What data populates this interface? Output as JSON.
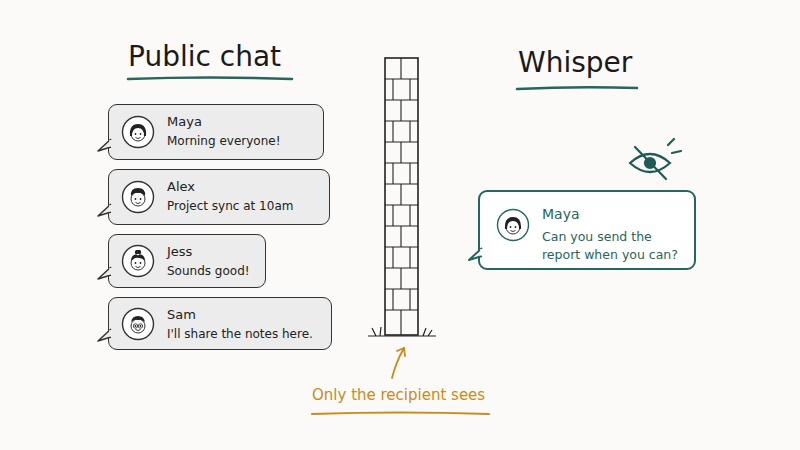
{
  "diagram": {
    "nodes": [
      {
        "text": [
          "Maya",
          "Morning everyone!"
        ]
      },
      {
        "text": [
          "Alex",
          "Project sync at 10am"
        ]
      },
      {
        "text": [
          "Jess",
          "Sounds good!"
        ]
      },
      {
        "text": [
          "Sam",
          "I'll share the notes here."
        ]
      },
      {
        "text": [
          "Maya",
          "Can you send the report when you can?"
        ]
      }
    ],
    "labels": [
      "Public chat",
      "Whisper",
      "Only the recipient sees"
    ]
  }
}
